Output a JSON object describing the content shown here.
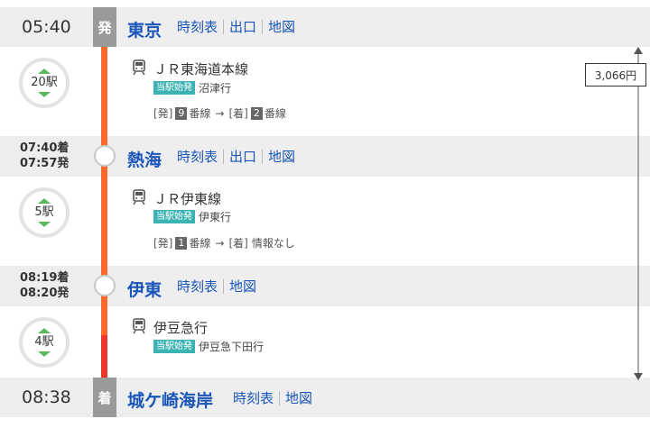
{
  "colors": {
    "route_line_top": "#ff6a2a",
    "route_line_bottom": "#e8392b",
    "link_blue": "#1a56b8",
    "stop_arrow_green": "#5cb85c",
    "tag_teal": "#3cb3b3"
  },
  "stations": [
    {
      "time": "05:40",
      "badge": "発",
      "name": "東京",
      "links": [
        "時刻表",
        "出口",
        "地図"
      ]
    },
    {
      "arr": "07:40着",
      "dep": "07:57発",
      "name": "熱海",
      "links": [
        "時刻表",
        "出口",
        "地図"
      ]
    },
    {
      "arr": "08:19着",
      "dep": "08:20発",
      "name": "伊東",
      "links": [
        "時刻表",
        "地図"
      ]
    },
    {
      "time": "08:38",
      "badge": "着",
      "name": "城ケ崎海岸",
      "links": [
        "時刻表",
        "地図"
      ]
    }
  ],
  "segments": [
    {
      "stops": "20駅",
      "train": "ＪＲ東海道本線",
      "tag": "当駅始発",
      "dest": "沼津行",
      "platform": {
        "dep_label": "[発]",
        "dep_num": "9",
        "dep_unit": "番線",
        "arrow": "→",
        "arr_label": "[着]",
        "arr_num": "2",
        "arr_unit": "番線"
      }
    },
    {
      "stops": "5駅",
      "train": "ＪＲ伊東線",
      "tag": "当駅始発",
      "dest": "伊東行",
      "platform": {
        "dep_label": "[発]",
        "dep_num": "1",
        "dep_unit": "番線",
        "arrow": "→",
        "arr_label": "[着]",
        "arr_text": "情報なし"
      }
    },
    {
      "stops": "4駅",
      "train": "伊豆急行",
      "tag": "当駅始発",
      "dest": "伊豆急下田行"
    }
  ],
  "fare": "3,066円",
  "icons": {
    "train": "train-icon",
    "up": "triangle-up-icon",
    "down": "triangle-down-icon"
  }
}
